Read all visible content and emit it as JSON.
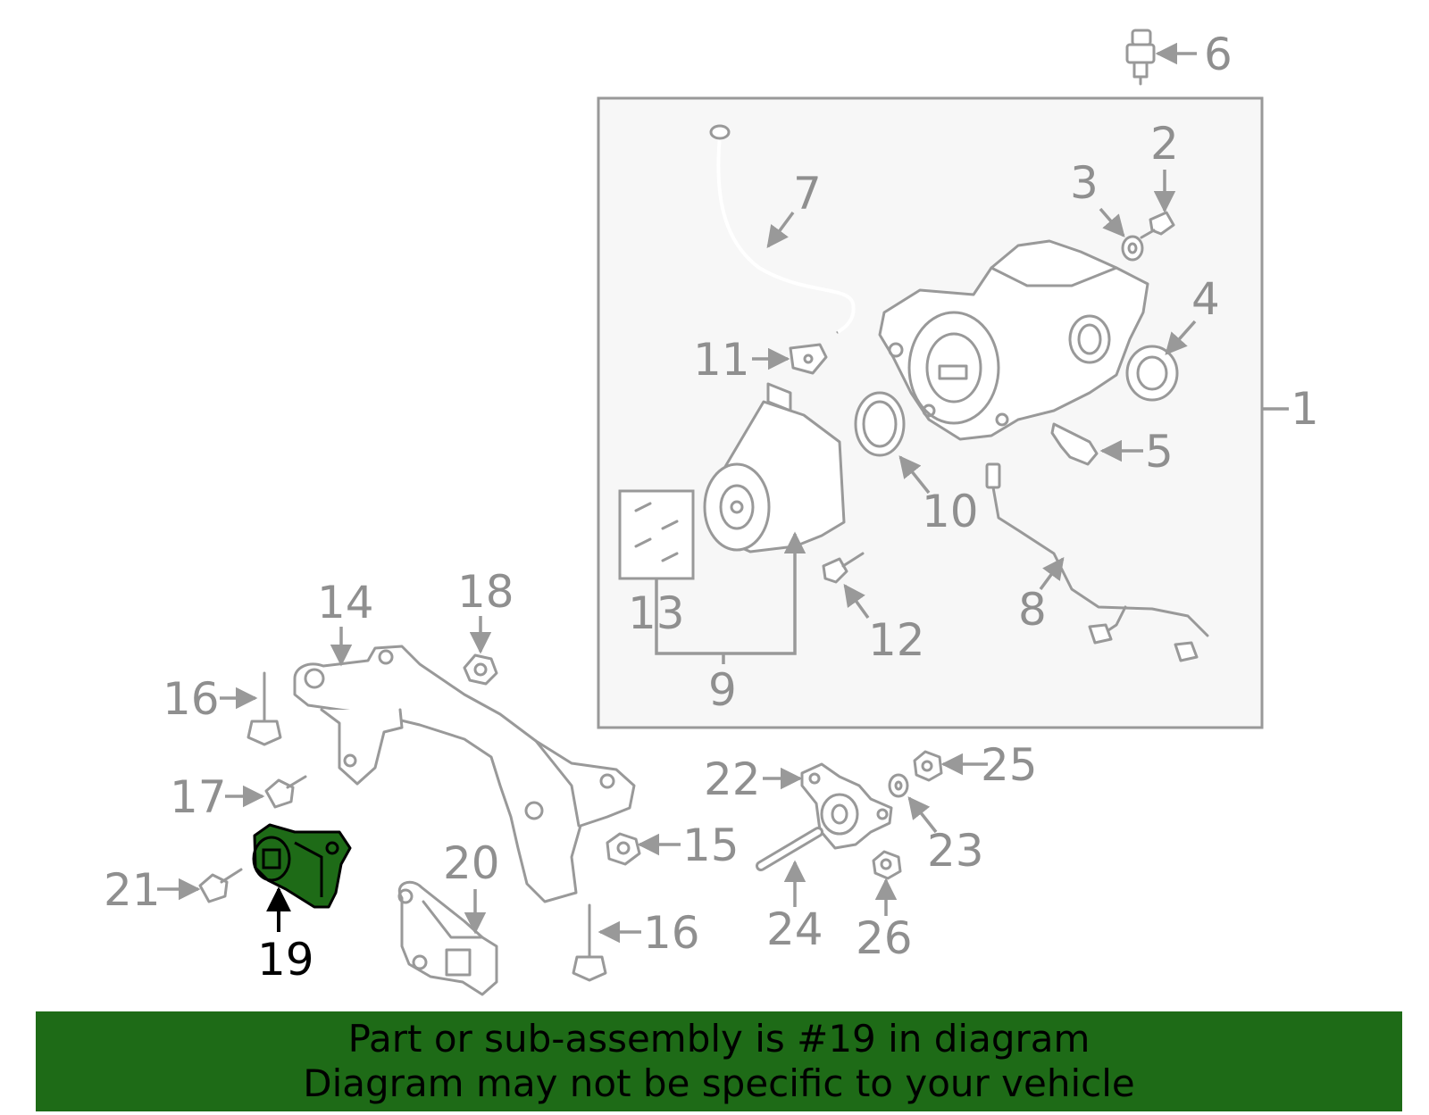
{
  "callouts": [
    "1",
    "2",
    "3",
    "4",
    "5",
    "6",
    "7",
    "8",
    "9",
    "10",
    "11",
    "12",
    "13",
    "14",
    "15",
    "16",
    "17",
    "18",
    "19",
    "20",
    "21",
    "22",
    "23",
    "24",
    "25",
    "26"
  ],
  "highlight": {
    "number": "19",
    "color": "#1e6b17",
    "banner_color": "#1e6b17"
  },
  "colors": {
    "label": "#8f8f8f",
    "line": "#999999",
    "assembly_box": "#f7f7f7"
  },
  "banner": {
    "line1": "Part or sub-assembly is #19 in diagram",
    "line2": "Diagram may not be specific to your vehicle"
  }
}
